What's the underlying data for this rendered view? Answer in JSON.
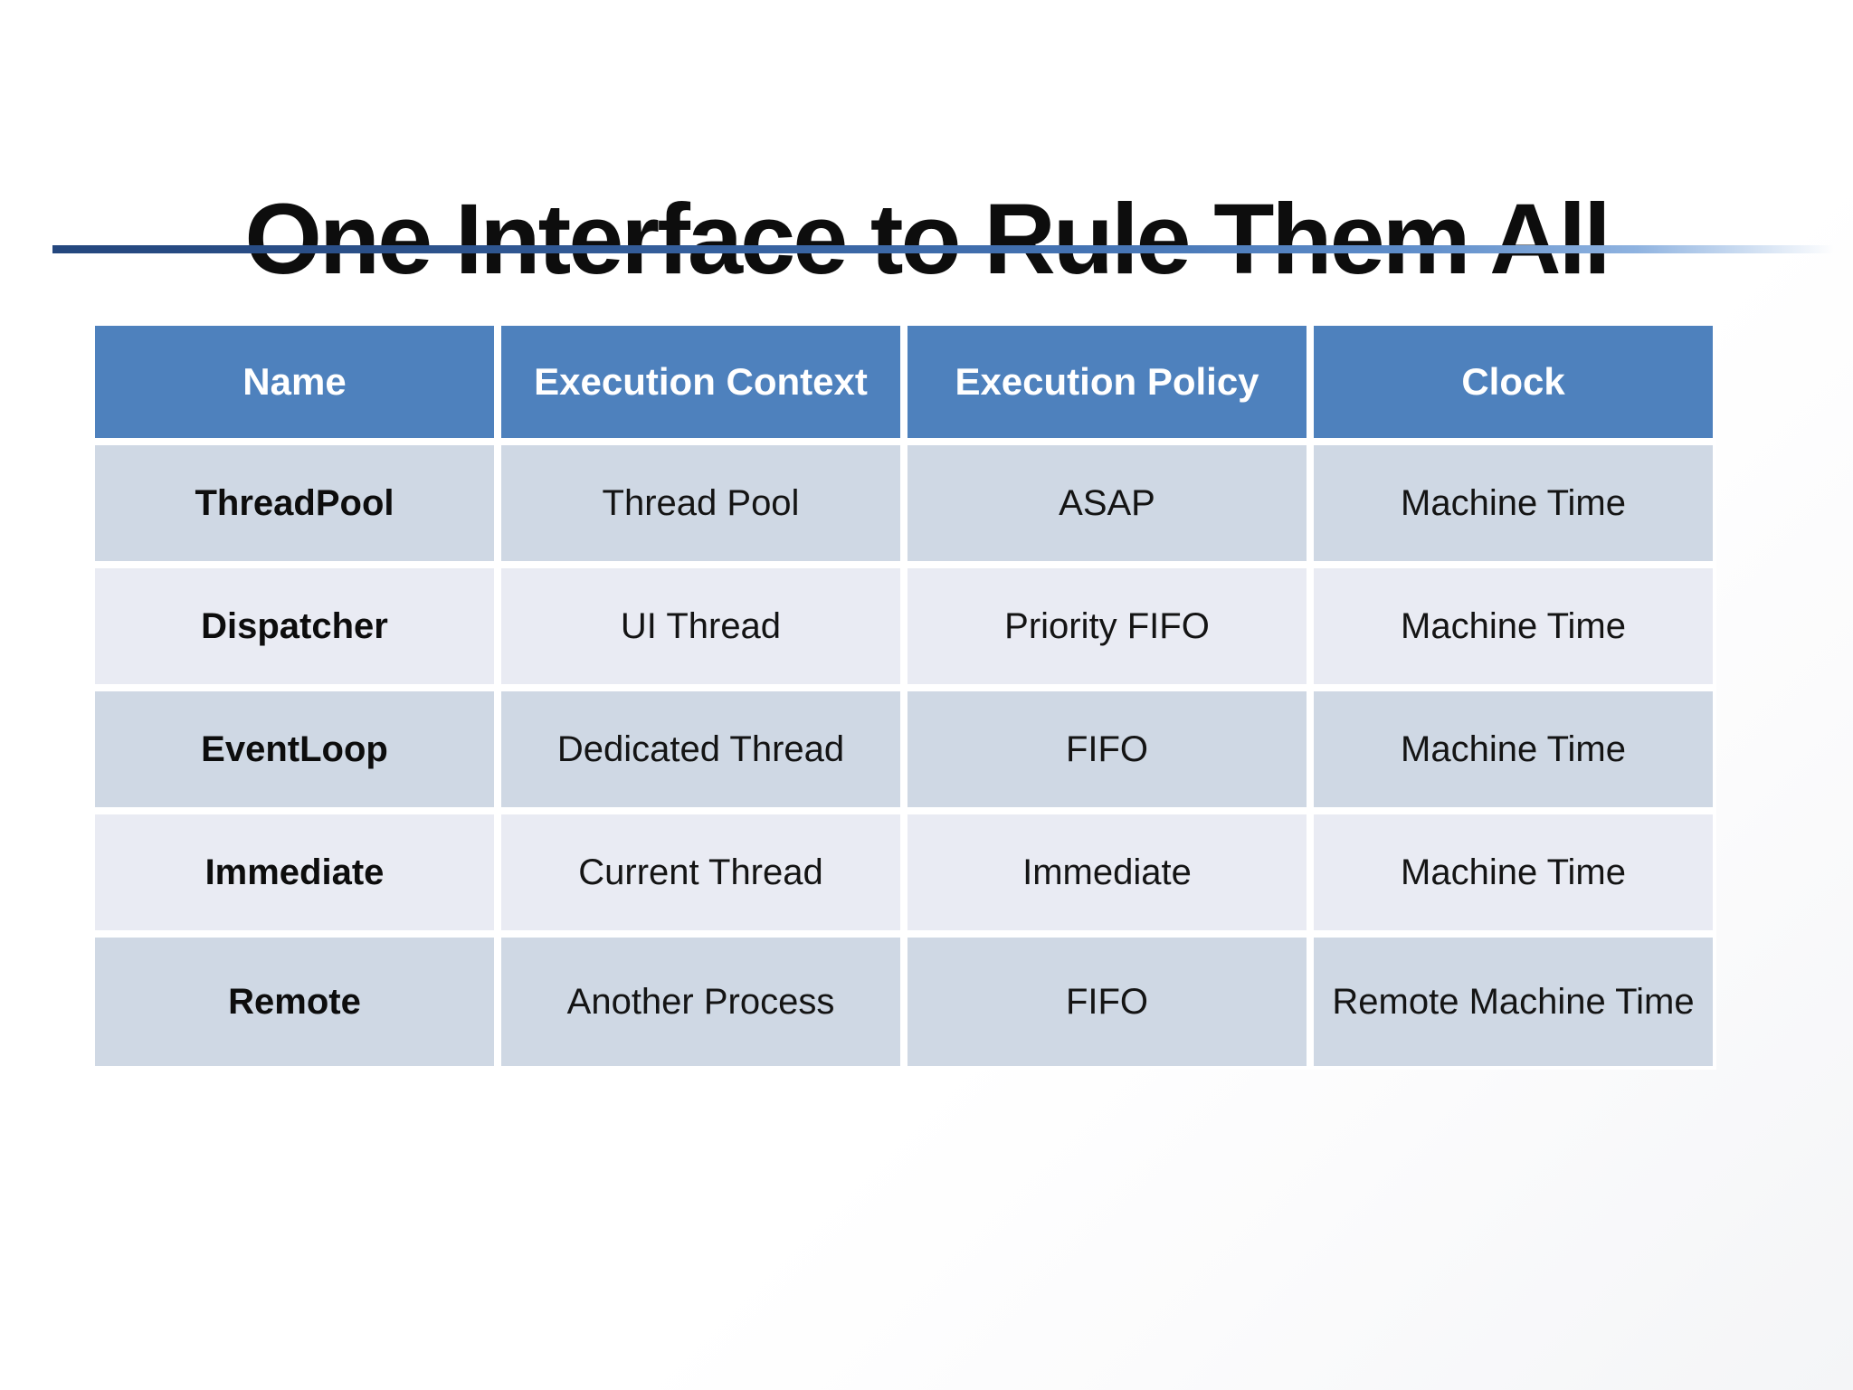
{
  "slide": {
    "title": "One Interface to Rule Them All"
  },
  "table": {
    "columns": [
      "Name",
      "Execution Context",
      "Execution Policy",
      "Clock"
    ],
    "rows": [
      [
        "ThreadPool",
        "Thread Pool",
        "ASAP",
        "Machine Time"
      ],
      [
        "Dispatcher",
        "UI Thread",
        "Priority FIFO",
        "Machine Time"
      ],
      [
        "EventLoop",
        "Dedicated Thread",
        "FIFO",
        "Machine Time"
      ],
      [
        "Immediate",
        "Current Thread",
        "Immediate",
        "Machine Time"
      ],
      [
        "Remote",
        "Another Process",
        "FIFO",
        "Remote Machine Time"
      ]
    ]
  },
  "colors": {
    "header_background": "#4e81bd",
    "header_text": "#ffffff",
    "row_band_dark": "#cfd8e4",
    "row_band_light": "#e9ebf3",
    "body_text": "#141414",
    "cell_border": "#ffffff",
    "divider_gradient_start": "#24477e",
    "divider_gradient_mid": "#4574b4",
    "divider_gradient_end": "#ffffff",
    "title_text": "#0d0d0d",
    "slide_background": "#ffffff"
  }
}
